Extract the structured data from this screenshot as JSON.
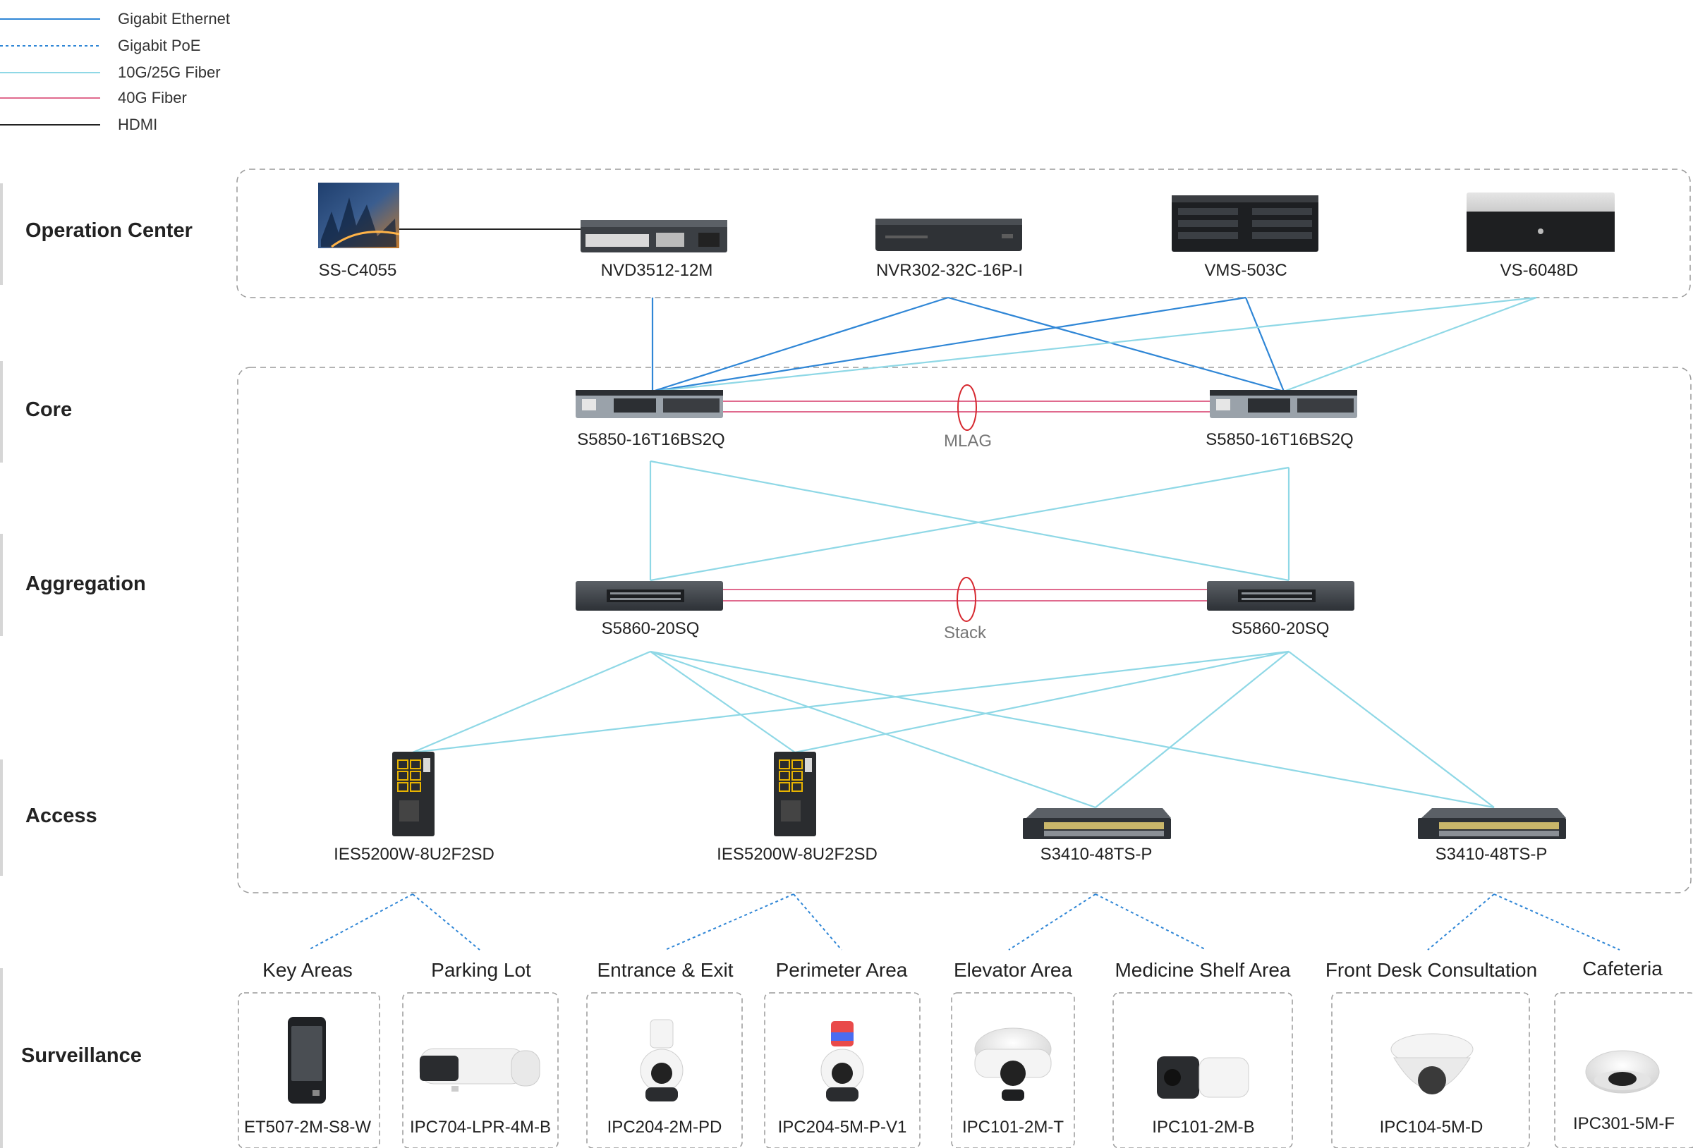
{
  "legend": [
    {
      "label": "Gigabit Ethernet",
      "color": "#2f86d6",
      "style": "solid"
    },
    {
      "label": "Gigabit PoE",
      "color": "#2f86d6",
      "style": "dotted"
    },
    {
      "label": "10G/25G Fiber",
      "color": "#8fd8e6",
      "style": "solid"
    },
    {
      "label": "40G Fiber",
      "color": "#e06a8e",
      "style": "solid"
    },
    {
      "label": "HDMI",
      "color": "#222222",
      "style": "solid"
    }
  ],
  "tiers": {
    "operation_center": "Operation Center",
    "core": "Core",
    "aggregation": "Aggregation",
    "access": "Access",
    "surveillance": "Surveillance"
  },
  "operation_center": {
    "ss": "SS-C4055",
    "nvd": "NVD3512-12M",
    "nvr": "NVR302-32C-16P-I",
    "vms": "VMS-503C",
    "vs": "VS-6048D"
  },
  "core": {
    "left": "S5850-16T16BS2Q",
    "right": "S5850-16T16BS2Q",
    "group": "MLAG"
  },
  "aggregation": {
    "left": "S5860-20SQ",
    "right": "S5860-20SQ",
    "group": "Stack"
  },
  "access": {
    "ies1": "IES5200W-8U2F2SD",
    "ies2": "IES5200W-8U2F2SD",
    "s1": "S3410-48TS-P",
    "s2": "S3410-48TS-P"
  },
  "areas": [
    {
      "area": "Key Areas",
      "device": "ET507-2M-S8-W"
    },
    {
      "area": "Parking Lot",
      "device": "IPC704-LPR-4M-B"
    },
    {
      "area": "Entrance & Exit",
      "device": "IPC204-2M-PD"
    },
    {
      "area": "Perimeter Area",
      "device": "IPC204-5M-P-V1"
    },
    {
      "area": "Elevator Area",
      "device": "IPC101-2M-T"
    },
    {
      "area": "Medicine Shelf Area",
      "device": "IPC101-2M-B"
    },
    {
      "area": "Front Desk Consultation",
      "device": "IPC104-5M-D"
    },
    {
      "area": "Cafeteria",
      "device": "IPC301-5M-F"
    }
  ],
  "colors": {
    "gigabit_ethernet": "#2f86d6",
    "fiber_10g_25g": "#8fd8e6",
    "fiber_40g": "#e06a8e",
    "hdmi": "#222222",
    "group_border": "#aaaaaa"
  }
}
